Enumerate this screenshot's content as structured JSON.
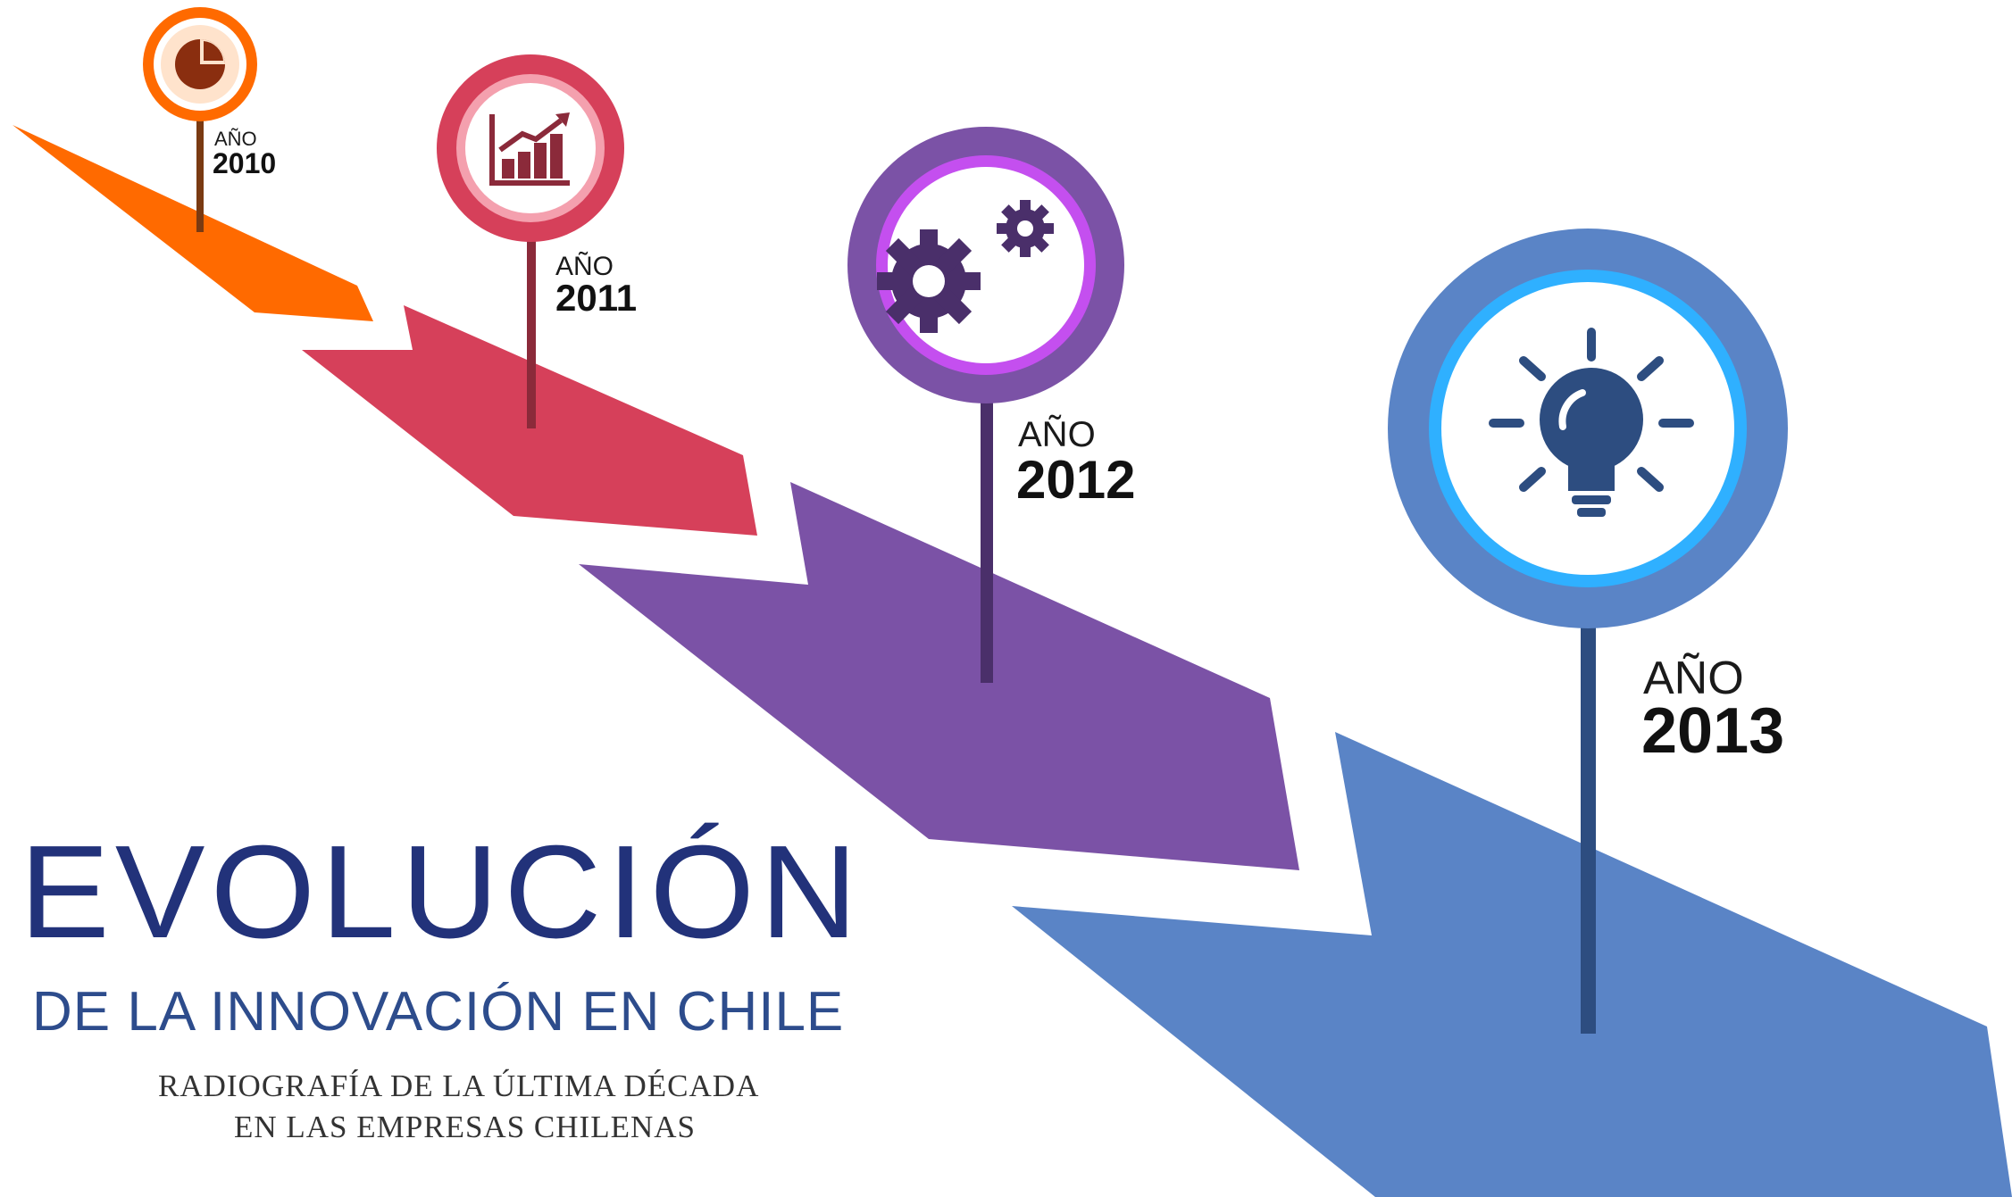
{
  "milestones": [
    {
      "label": "AÑO",
      "year": "2010",
      "icon": "pie-chart-icon",
      "color": "#ff6a00"
    },
    {
      "label": "AÑO",
      "year": "2011",
      "icon": "bar-chart-growth-icon",
      "color": "#d6405a"
    },
    {
      "label": "AÑO",
      "year": "2012",
      "icon": "gears-icon",
      "color": "#7b52a6"
    },
    {
      "label": "AÑO",
      "year": "2013",
      "icon": "lightbulb-icon",
      "color": "#5a84c6"
    }
  ],
  "heading": {
    "title": "EVOLUCIÓN",
    "subtitle": "DE LA INNOVACIÓN EN CHILE",
    "tagline_line1": "RADIOGRAFÍA DE LA ÚLTIMA DÉCADA",
    "tagline_line2": "EN LAS EMPRESAS CHILENAS"
  }
}
